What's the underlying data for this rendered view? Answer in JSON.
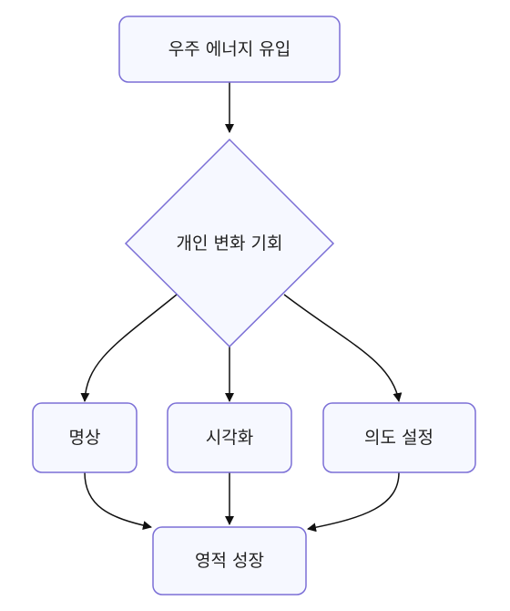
{
  "diagram": {
    "nodes": {
      "cosmic_energy": "우주 에너지 유입",
      "transformation": "개인 변화 기회",
      "meditation": "명상",
      "visualization": "시각화",
      "intention": "의도 설정",
      "spiritual_growth": "영적 성장"
    },
    "colors": {
      "node_fill": "#f6f8ff",
      "node_stroke": "#7b6fd6",
      "edge": "#111111",
      "text": "#222222"
    }
  }
}
